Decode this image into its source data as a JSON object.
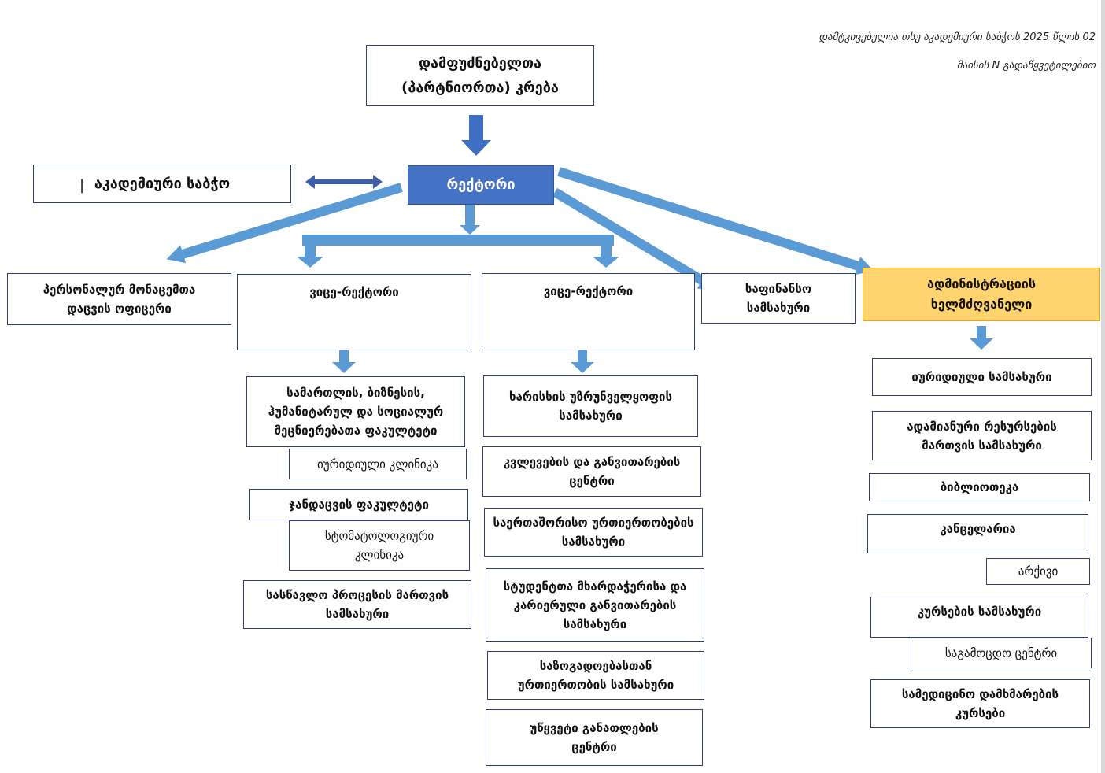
{
  "note": {
    "line1": "დამტკიცებულია თსუ აკადემიური საბჭოს  2025 წლის 02",
    "line2": "მაისის N გადაწყვეტილებით"
  },
  "boxes": {
    "board": "დამფუძნებელთა (პარტნიორთა) კრება",
    "academic_council": "აკადემიური საბჭო",
    "academic_council_marker": "|",
    "rector": "რექტორი",
    "data_protection": "პერსონალურ მონაცემთა დაცვის ოფიცერი",
    "vice_rector_1": "ვიცე-რექტორი",
    "vice_rector_2": "ვიცე-რექტორი",
    "finance": "საფინანსო სამსახური",
    "admin_head": "ადმინისტრაციის ხელმძღვანელი",
    "faculty_law": "სამართლის, ბიზნესის, ჰუმანიტარულ და სოციალურ მეცნიერებათა ფაკულტეტი",
    "legal_clinic": "იურიდიული კლინიკა",
    "faculty_health": "ჯანდაცვის ფაკულტეტი",
    "dental_clinic": "სტომატოლოგიური კლინიკა",
    "study_process": "სასწავლო პროცესის მართვის სამსახური",
    "quality": "ხარისხის უზრუნველყოფის სამსახური",
    "research": "კვლევების და განვითარების ცენტრი",
    "international": "საერთაშორისო ურთიერთობების სამსახური",
    "student_support": "სტუდენტთა მხარდაჭერისა და კარიერული განვითარების სამსახური",
    "public_relations": "საზოგადოებასთან ურთიერთობის სამსახური",
    "continuing_education": "უწყვეტი განათლების ცენტრი",
    "legal_service": "იურიდიული სამსახური",
    "hr": "ადამიანური რესურსების მართვის სამსახური",
    "library": "ბიბლიოთეკა",
    "chancellery": "კანცელარია",
    "archive": "არქივი",
    "courses": "კურსების სამსახური",
    "testing_center": "საგამოცდო ცენტრი",
    "preparatory": "სამედიცინო დამხმარების კურსები"
  },
  "colors": {
    "arrow": "#5b9bd5",
    "arrow_dark": "#4472c4",
    "rector_fill": "#4472c4",
    "admin_fill": "#ffd36e",
    "border": "#2f3f6e"
  }
}
